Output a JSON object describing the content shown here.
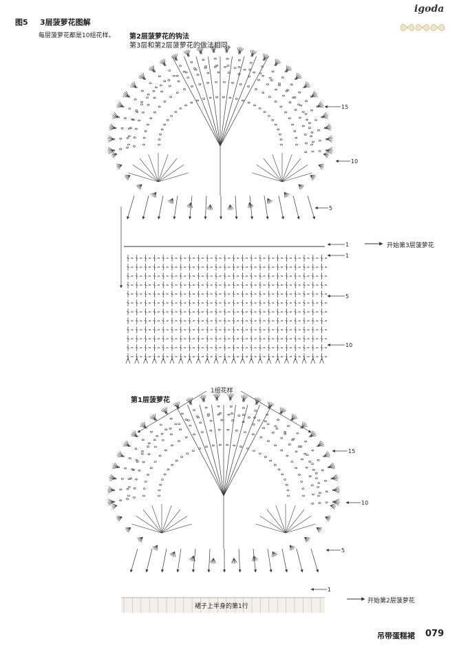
{
  "header": {
    "figure_number": "图5",
    "figure_title": "3层菠萝花图解",
    "note_motifs": "每层菠萝花都是10组花样。",
    "note_layer2_title": "第2层菠萝花的钩法",
    "note_layer2_text": "第3层和第2层菠萝花的做法相同。",
    "brand": "igoda"
  },
  "upper_diagram": {
    "row_markers": [
      "15",
      "10",
      "5",
      "1",
      "1",
      "5",
      "10"
    ],
    "start_label": "开始第3层菠萝花"
  },
  "lower_diagram": {
    "layer_label": "第1层菠萝花",
    "motif_label": "1组花样",
    "row_markers": [
      "15",
      "10",
      "5",
      "1"
    ],
    "start_label": "开始第2层菠萝花",
    "base_row_label": "裙子上半身的第1行"
  },
  "footer": {
    "book_title": "吊带蛋糕裙",
    "page_number": "079"
  }
}
